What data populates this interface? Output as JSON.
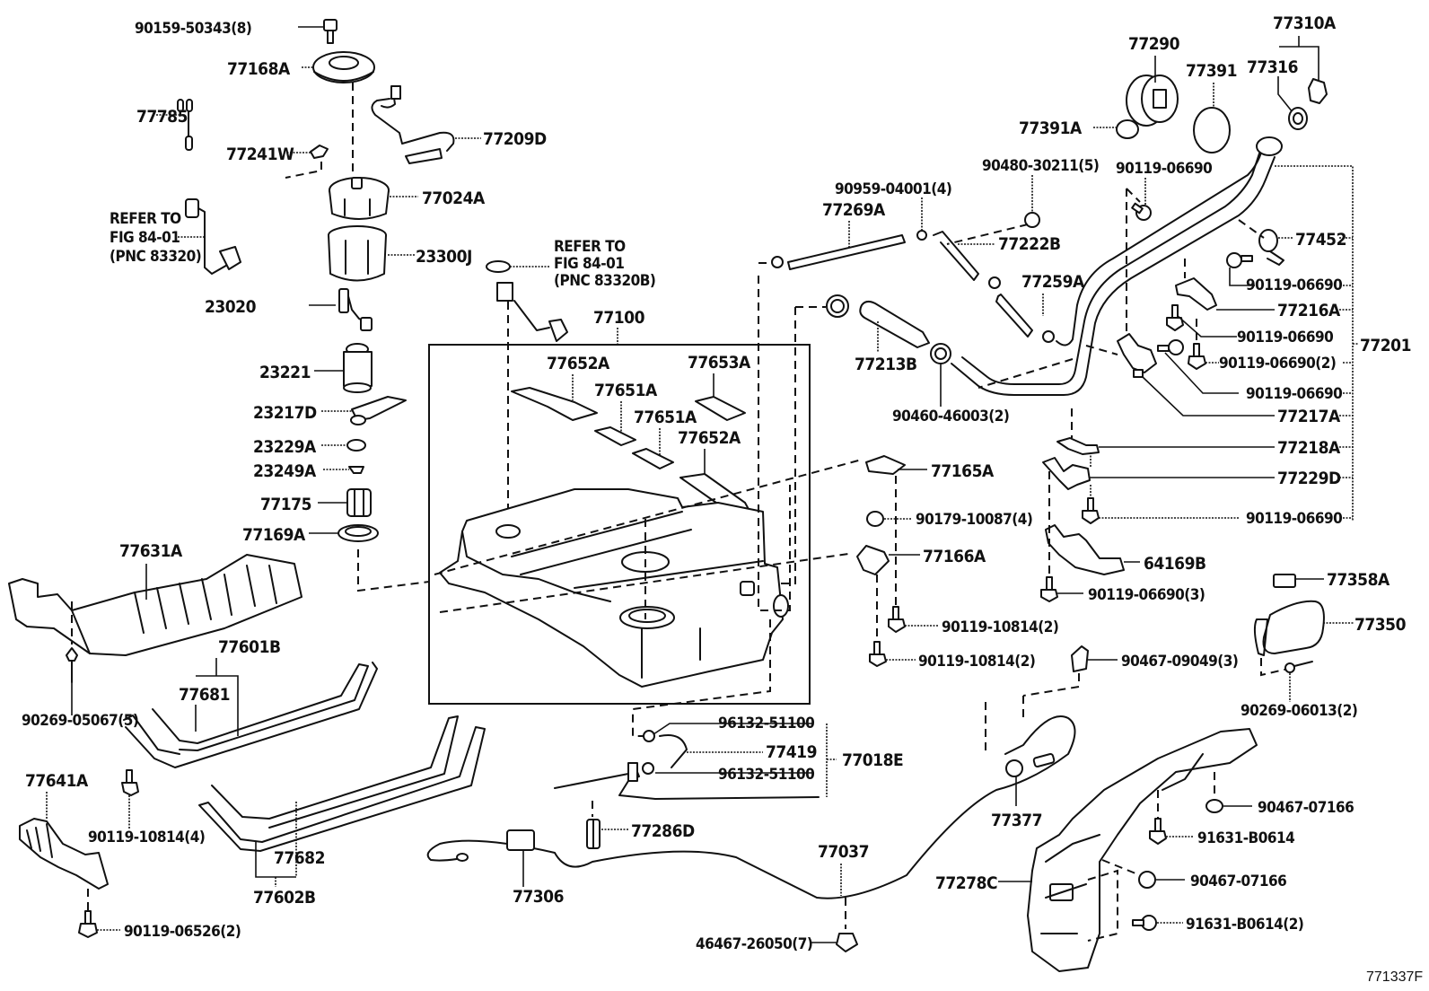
{
  "diagram": {
    "title": "Fuel tank & tube parts diagram",
    "figure_id": "771337F",
    "main_assembly": "77100",
    "refer_notes": [
      {
        "line1": "REFER TO",
        "line2": "FIG 84-01",
        "line3": "(PNC 83320)"
      },
      {
        "line1": "REFER TO",
        "line2": "FIG 84-01",
        "line3": "(PNC 83320B)"
      }
    ],
    "labels": {
      "p90159_50343": "90159-50343(8)",
      "p77168A": "77168A",
      "p77785": "77785",
      "p77209D": "77209D",
      "p77241W": "77241W",
      "p77024A": "77024A",
      "p23300J": "23300J",
      "p23020": "23020",
      "p23221": "23221",
      "p23217D": "23217D",
      "p23229A": "23229A",
      "p23249A": "23249A",
      "p77175": "77175",
      "p77169A": "77169A",
      "p77631A": "77631A",
      "p90269_05067": "90269-05067(5)",
      "p77601B": "77601B",
      "p77681": "77681",
      "p77641A": "77641A",
      "p90119_10814_4": "90119-10814(4)",
      "p90119_06526": "90119-06526(2)",
      "p77682": "77682",
      "p77602B": "77602B",
      "p77306": "77306",
      "p77100": "77100",
      "p77652A_1": "77652A",
      "p77651A_1": "77651A",
      "p77651A_2": "77651A",
      "p77653A": "77653A",
      "p77652A_2": "77652A",
      "p96132_51100_1": "96132-51100",
      "p77419": "77419",
      "p96132_51100_2": "96132-51100",
      "p77018E": "77018E",
      "p77286D": "77286D",
      "p77037": "77037",
      "p46467_26050": "46467-26050(7)",
      "p77269A": "77269A",
      "p90959_04001": "90959-04001(4)",
      "p77222B": "77222B",
      "p90480_30211": "90480-30211(5)",
      "p77259A": "77259A",
      "p77213B": "77213B",
      "p90460_46003": "90460-46003(2)",
      "p77165A": "77165A",
      "p90179_10087": "90179-10087(4)",
      "p77166A": "77166A",
      "p90119_10814_2a": "90119-10814(2)",
      "p90119_10814_2b": "90119-10814(2)",
      "p77290": "77290",
      "p77391": "77391",
      "p77391A": "77391A",
      "p77310A": "77310A",
      "p77316": "77316",
      "p90119_06690_top": "90119-06690",
      "p77452": "77452",
      "p90119_06690_a": "90119-06690",
      "p77216A": "77216A",
      "p90119_06690_b": "90119-06690",
      "p90119_06690_2": "90119-06690(2)",
      "p90119_06690_c": "90119-06690",
      "p77217A": "77217A",
      "p77218A": "77218A",
      "p77229D": "77229D",
      "p90119_06690_d": "90119-06690",
      "p77201": "77201",
      "p64169B": "64169B",
      "p90119_06690_3": "90119-06690(3)",
      "p77358A": "77358A",
      "p77350": "77350",
      "p90467_09049": "90467-09049(3)",
      "p90269_06013": "90269-06013(2)",
      "p77377": "77377",
      "p90467_07166_a": "90467-07166",
      "p91631_B0614": "91631-B0614",
      "p77278C": "77278C",
      "p90467_07166_b": "90467-07166",
      "p91631_B0614_2": "91631-B0614(2)"
    }
  }
}
